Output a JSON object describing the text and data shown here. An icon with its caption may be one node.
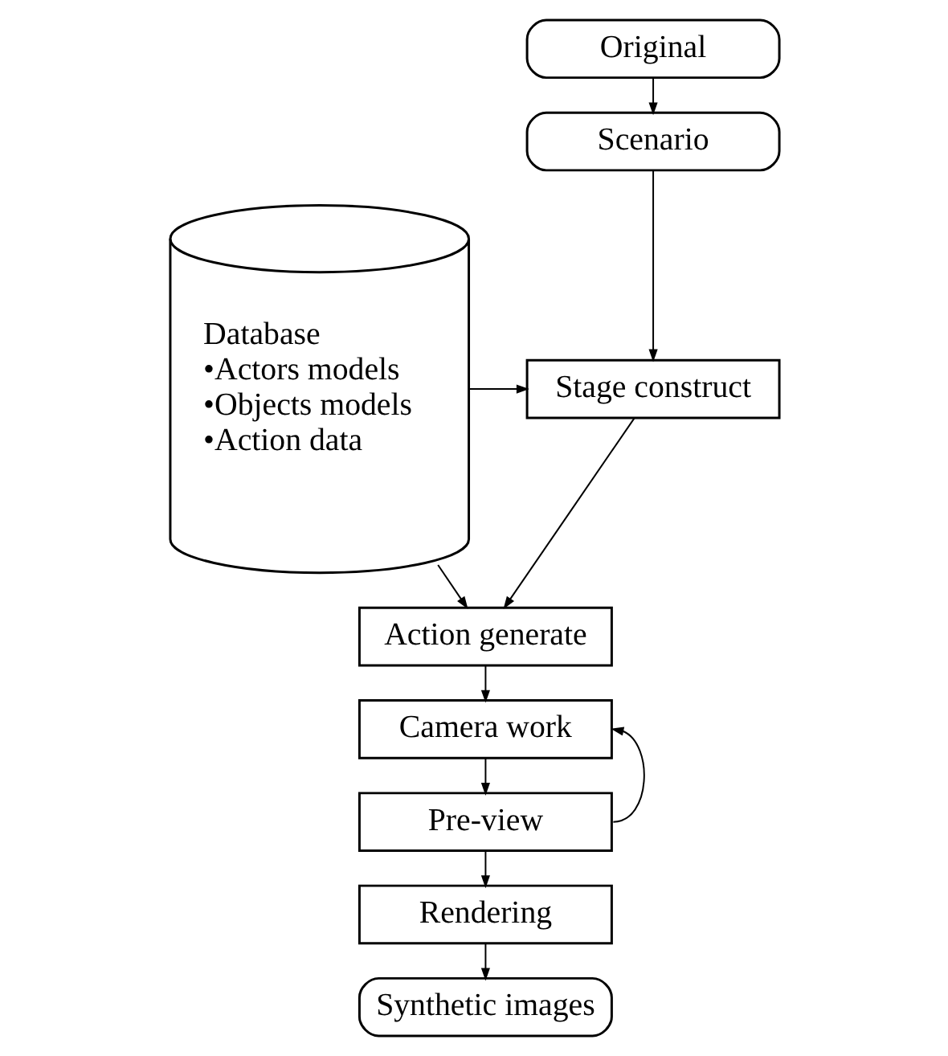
{
  "diagram": {
    "nodes": [
      {
        "text": [
          "Original"
        ]
      },
      {
        "text": [
          "Scenario"
        ]
      },
      {
        "text": [
          "Database",
          "•Actors models",
          "•Objects models",
          "•Action data"
        ]
      },
      {
        "text": [
          "Stage construct"
        ]
      },
      {
        "text": [
          "Action generate"
        ]
      },
      {
        "text": [
          "Camera work"
        ]
      },
      {
        "text": [
          "Pre-view"
        ]
      },
      {
        "text": [
          "Rendering"
        ]
      },
      {
        "text": [
          "Synthetic images"
        ]
      }
    ],
    "edges": [
      {
        "from": 0,
        "to": 1,
        "arrow": "to"
      },
      {
        "from": 1,
        "to": 3,
        "arrow": "to"
      },
      {
        "from": 2,
        "to": 3,
        "arrow": "to"
      },
      {
        "from": 2,
        "to": 4,
        "arrow": "to"
      },
      {
        "from": 3,
        "to": 4,
        "arrow": "to"
      },
      {
        "from": 4,
        "to": 5,
        "arrow": "to"
      },
      {
        "from": 5,
        "to": 6,
        "arrow": "to"
      },
      {
        "from": 6,
        "to": 5,
        "arrow": "to"
      },
      {
        "from": 6,
        "to": 7,
        "arrow": "to"
      },
      {
        "from": 7,
        "to": 8,
        "arrow": "to"
      }
    ]
  }
}
